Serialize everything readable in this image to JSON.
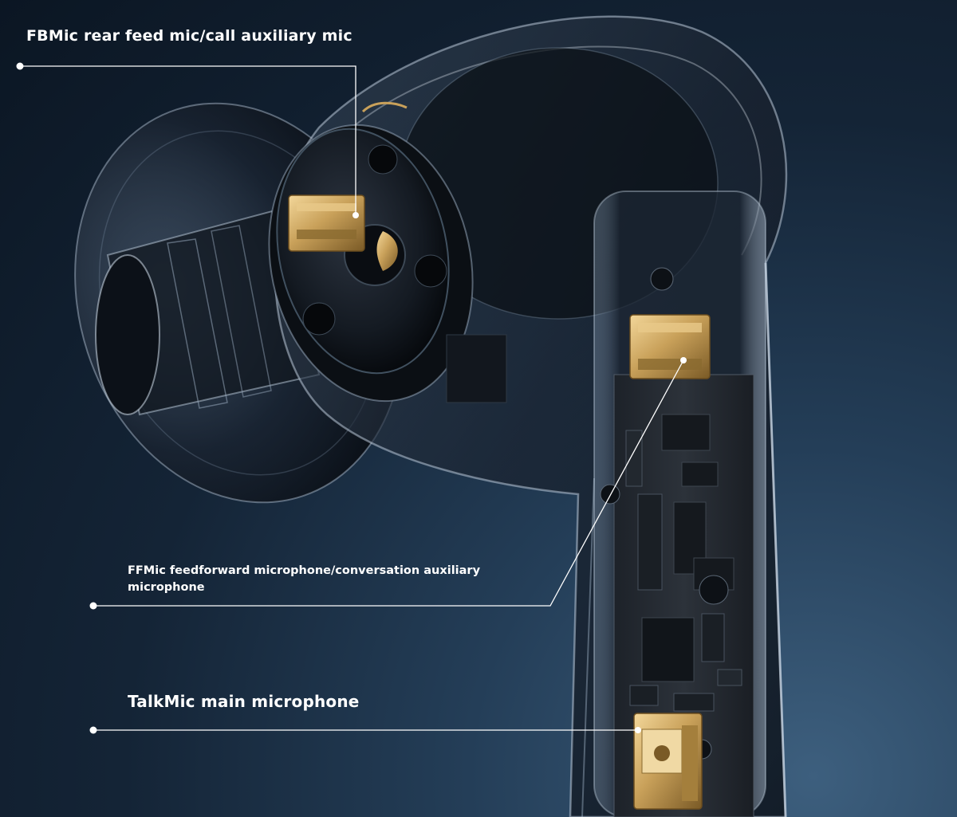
{
  "callouts": {
    "fbmic": {
      "label": "FBMic rear feed mic/call auxiliary mic"
    },
    "ffmic": {
      "label": "FFMic feedforward microphone/conversation auxiliary microphone"
    },
    "talkmic": {
      "label": "TalkMic main microphone"
    }
  },
  "colors": {
    "background_dark": "#0b1623",
    "background_light": "#3d5f7e",
    "leader_line": "#ffffff",
    "mic_gold": "#c9a15a",
    "earbud_shell": "#1b2430",
    "pcb": "#2a2f36"
  }
}
